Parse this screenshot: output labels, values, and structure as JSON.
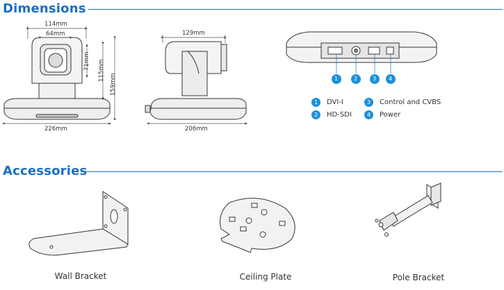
{
  "sections": {
    "dimensions": "Dimensions",
    "accessories": "Accessories"
  },
  "front_view": {
    "width_top": "114mm",
    "width_mid": "64mm",
    "height_lens": "71mm",
    "height_mid": "115mm",
    "height_total": "159mm",
    "width_base": "226mm"
  },
  "side_view": {
    "depth_top": "129mm",
    "depth_base": "206mm"
  },
  "rear_view": {
    "port_numbers": [
      "1",
      "2",
      "3",
      "4"
    ]
  },
  "legend": [
    {
      "num": "1",
      "label": "DVI-I"
    },
    {
      "num": "2",
      "label": "HD-SDI"
    },
    {
      "num": "3",
      "label": "Control and CVBS"
    },
    {
      "num": "4",
      "label": "Power"
    }
  ],
  "accessories": [
    {
      "label": "Wall Bracket"
    },
    {
      "label": "Ceiling Plate"
    },
    {
      "label": "Pole Bracket"
    }
  ],
  "colors": {
    "accent": "#1a6fc4",
    "badge": "#1e90d8"
  }
}
